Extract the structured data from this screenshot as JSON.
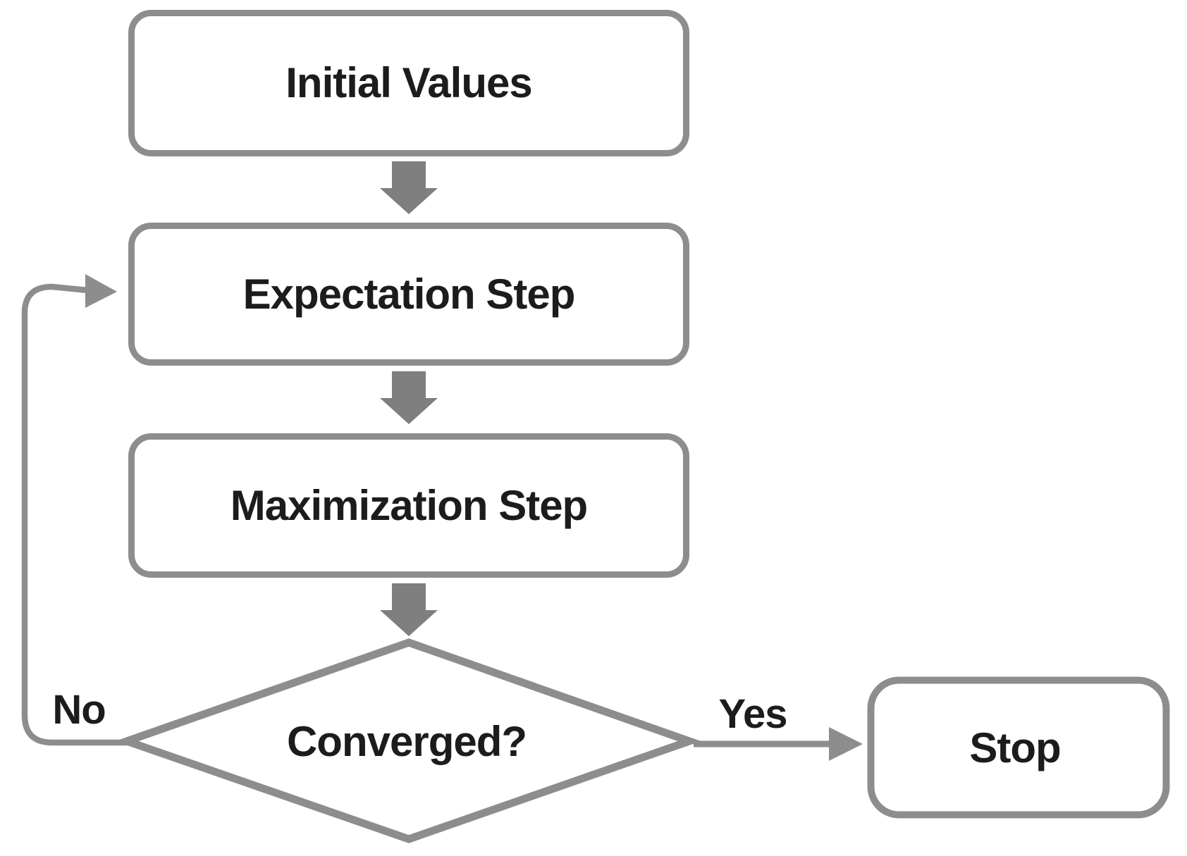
{
  "diagram": {
    "type": "flowchart",
    "nodes": {
      "initial": {
        "label": "Initial Values",
        "shape": "rounded-rectangle"
      },
      "expectation": {
        "label": "Expectation Step",
        "shape": "rounded-rectangle"
      },
      "maximization": {
        "label": "Maximization Step",
        "shape": "rounded-rectangle"
      },
      "converged": {
        "label": "Converged?",
        "shape": "diamond"
      },
      "stop": {
        "label": "Stop",
        "shape": "rounded-rectangle"
      }
    },
    "edges": [
      {
        "from": "initial",
        "to": "expectation",
        "style": "block-arrow",
        "label": ""
      },
      {
        "from": "expectation",
        "to": "maximization",
        "style": "block-arrow",
        "label": ""
      },
      {
        "from": "maximization",
        "to": "converged",
        "style": "block-arrow",
        "label": ""
      },
      {
        "from": "converged",
        "to": "expectation",
        "style": "line-arrow",
        "label": "No"
      },
      {
        "from": "converged",
        "to": "stop",
        "style": "line-arrow",
        "label": "Yes"
      }
    ],
    "colors": {
      "stroke": "#8d8d8d",
      "block_arrow_fill": "#7f7f7f",
      "node_fill": "#ffffff",
      "text": "#1c1c1c",
      "background": "#ffffff"
    }
  }
}
